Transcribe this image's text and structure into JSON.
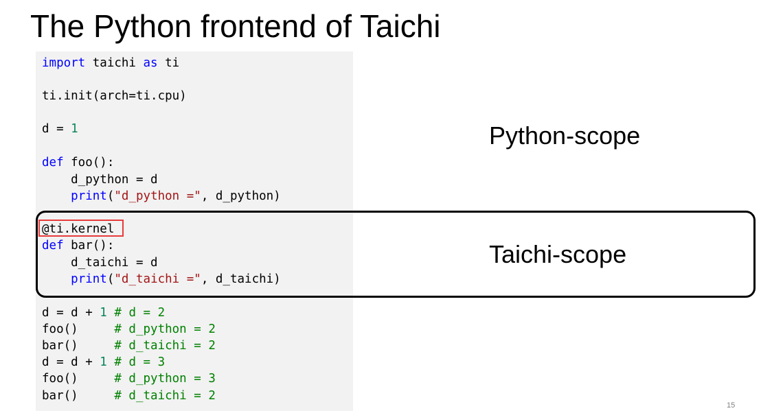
{
  "slide": {
    "title": "The Python frontend of Taichi",
    "page_number": "15"
  },
  "code": {
    "l1_kw1": "import",
    "l1_mid": " taichi ",
    "l1_kw2": "as",
    "l1_end": " ti",
    "l2": "ti.init(arch=ti.cpu)",
    "l3_pre": "d = ",
    "l3_num": "1",
    "l4_kw": "def",
    "l4_rest": " foo():",
    "l5": "    d_python = d",
    "l6_indent": "    ",
    "l6_fn": "print",
    "l6_open": "(",
    "l6_str": "\"d_python =\"",
    "l6_rest": ", d_python)",
    "l7": "@ti.kernel",
    "l8_kw": "def",
    "l8_rest": " bar():",
    "l9": "    d_taichi = d",
    "l10_indent": "    ",
    "l10_fn": "print",
    "l10_open": "(",
    "l10_str": "\"d_taichi =\"",
    "l10_rest": ", d_taichi)",
    "l11_pre": "d = d + ",
    "l11_num": "1",
    "l11_cmt": " # d = 2",
    "l12_pre": "foo()     ",
    "l12_cmt": "# d_python = 2",
    "l13_pre": "bar()     ",
    "l13_cmt": "# d_taichi = 2",
    "l14_pre": "d = d + ",
    "l14_num": "1",
    "l14_cmt": " # d = 3",
    "l15_pre": "foo()     ",
    "l15_cmt": "# d_python = 3",
    "l16_pre": "bar()     ",
    "l16_cmt": "# d_taichi = 2"
  },
  "labels": {
    "python_scope": "Python-scope",
    "taichi_scope": "Taichi-scope"
  },
  "colors": {
    "keyword": "#0000ff",
    "number": "#098658",
    "string": "#a31515",
    "comment": "#008000",
    "highlight_border": "#e83a3a",
    "code_background": "#f2f2f2"
  }
}
